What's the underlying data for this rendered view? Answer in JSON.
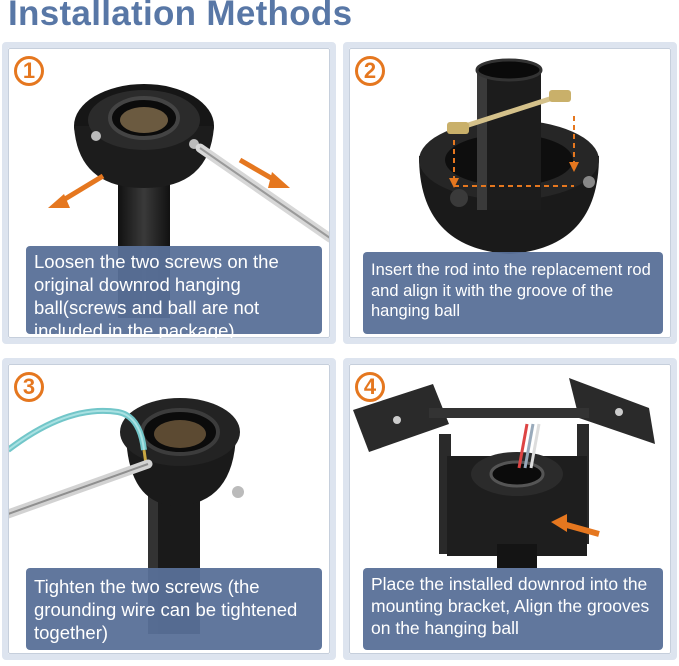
{
  "title": "Installation Methods",
  "colors": {
    "title": "#5877a6",
    "accent": "#e5771f",
    "caption_bg": "#587098",
    "panel_border": "#dde4ef"
  },
  "steps": [
    {
      "number": "1",
      "icon": "downrod-ball-screwdriver-icon",
      "caption": "Loosen the two screws on the original downrod hanging ball(screws and ball are not included in the package)"
    },
    {
      "number": "2",
      "icon": "rod-insert-pins-icon",
      "caption": "Insert the rod into the replacement rod and align it with the groove of the hanging ball"
    },
    {
      "number": "3",
      "icon": "ground-wire-screw-icon",
      "caption": "Tighten the two screws (the grounding wire can be tightened together)"
    },
    {
      "number": "4",
      "icon": "mounting-bracket-icon",
      "caption": "Place the installed downrod into the mounting bracket, Align the grooves on the hanging ball"
    }
  ]
}
